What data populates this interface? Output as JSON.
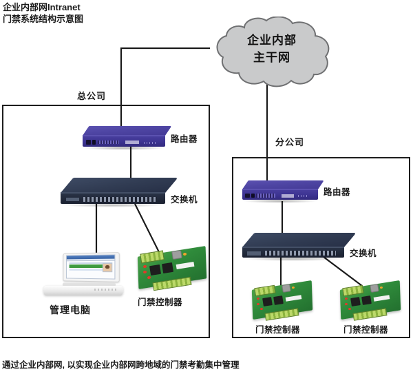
{
  "title": {
    "line1": "企业内部网Intranet",
    "line2": "门禁系统结构示意图"
  },
  "caption": "通过企业内部网, 以实现企业内部网跨地域的门禁考勤集中管理",
  "backbone": {
    "name": "cloud-backbone",
    "line1": "企业内部",
    "line2": "主干网",
    "fill": "#c9cacb",
    "stroke": "#6f7072"
  },
  "sites": [
    {
      "id": "hq",
      "label": "总公司",
      "devices": {
        "router": "路由器",
        "switch": "交换机",
        "computer": "管理电脑",
        "controller": "门禁控制器"
      }
    },
    {
      "id": "branch",
      "label": "分公司",
      "devices": {
        "router": "路由器",
        "switch": "交换机",
        "controller_left": "门禁控制器",
        "controller_right": "门禁控制器"
      }
    }
  ],
  "colors": {
    "router": "#463c9a",
    "switch": "#2b3549",
    "pcb": "#2f8b3b",
    "line": "#1a1a1a",
    "text": "#1b1b1b",
    "box_border": "#1d1d1d"
  }
}
